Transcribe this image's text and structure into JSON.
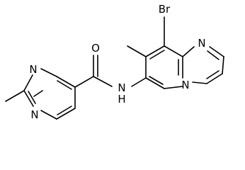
{
  "molecule": {
    "atom_labels": {
      "br": "Br",
      "o": "O",
      "amide_nh": "N",
      "amide_h": "H",
      "pyrimidine_n_upper": "N",
      "pyrimidine_n_lower": "N",
      "imidazole_n": "N",
      "bridgehead_n": "N"
    }
  }
}
